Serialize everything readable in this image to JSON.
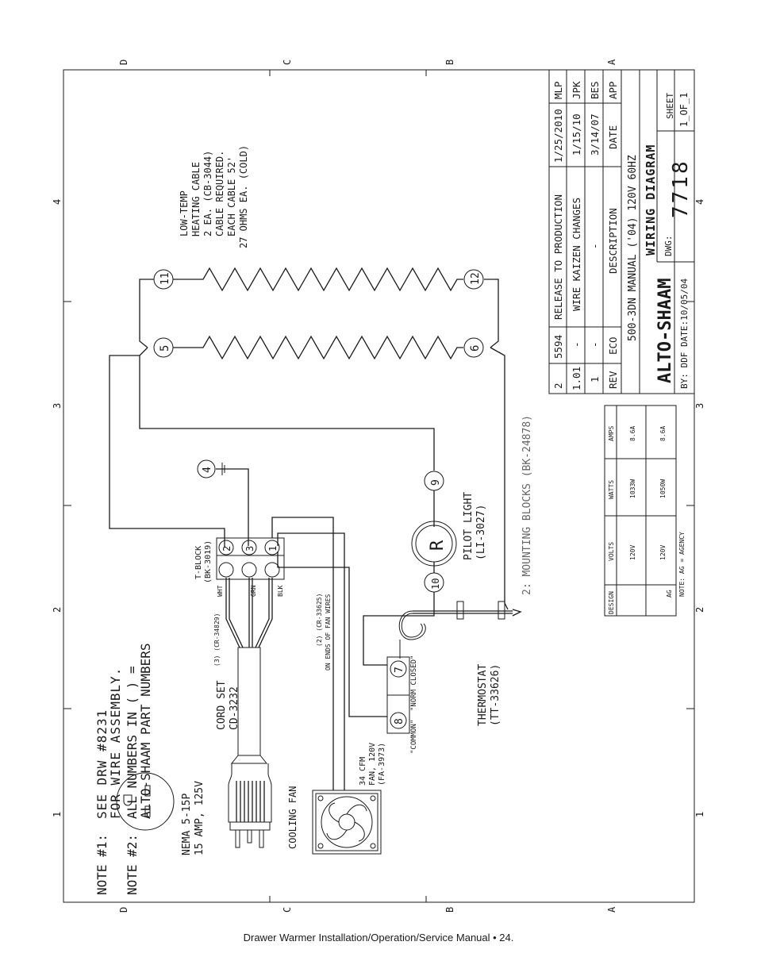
{
  "zone_labels": {
    "letters": [
      "D",
      "C",
      "B",
      "A"
    ],
    "numbers": [
      "1",
      "2",
      "3",
      "4"
    ]
  },
  "title_block": {
    "revisions": [
      {
        "rev": "2",
        "eco": "5594",
        "description": "RELEASE TO PRODUCTION",
        "date": "1/25/2010",
        "app": "MLP"
      },
      {
        "rev": "1.01",
        "eco": "-",
        "description": "WIRE KAIZEN CHANGES",
        "date": "1/15/10",
        "app": "JPK"
      },
      {
        "rev": "1",
        "eco": "-",
        "description": "-",
        "date": "3/14/07",
        "app": "BES"
      },
      {
        "rev": "REV",
        "eco": "ECO",
        "description": "DESCRIPTION",
        "date": "DATE",
        "app": "APP"
      }
    ],
    "model": "500-3DN MANUAL ('04) 120V 60HZ",
    "brand": "ALTO-SHAAM",
    "title": "WIRING DIAGRAM",
    "dwg_label": "DWG:",
    "dwg_number": "7718",
    "sheet_label": "SHEET",
    "sheet_value": "1_OF_1",
    "by_line": "BY: DDF DATE:10/05/04"
  },
  "agency_table": {
    "headers": [
      "DESIGN",
      "VOLTS",
      "WATTS",
      "AMPS"
    ],
    "rows": [
      {
        "design": "",
        "volts": "120V",
        "watts": "1033W",
        "amps": "8.6A"
      },
      {
        "design": "AG",
        "volts": "120V",
        "watts": "1050W",
        "amps": "8.6A"
      }
    ],
    "note": "NOTE: AG = AGENCY"
  },
  "heating_cable_note": [
    "LOW-TEMP",
    "HEATING CABLE",
    "2 EA. (CB-3044)",
    "CABLE REQUIRED.",
    "EACH CABLE 52'",
    "27 OHMS EA. (COLD)"
  ],
  "terminals": [
    "1",
    "2",
    "3",
    "4",
    "5",
    "6",
    "7",
    "8",
    "9",
    "10",
    "11",
    "12"
  ],
  "components": {
    "pilot_light_symbol": "R",
    "pilot_light": [
      "PILOT LIGHT",
      "(LI-3027)"
    ],
    "mounting_blocks": "2: MOUNTING BLOCKS (BK-24878)",
    "t_block": [
      "T-BLOCK",
      "(BK-3019)"
    ],
    "t_block_wires": [
      "WHT",
      "GRN",
      "BLK"
    ],
    "fan_wires": [
      "(2) (CR-33625)",
      "ON ENDS OF FAN WIRES"
    ],
    "cord_wires": "(3) (CR-34829)",
    "cord_set": [
      "CORD SET",
      "CD-3232"
    ],
    "thermostat": [
      "THERMOSTAT",
      "(TT-33626)"
    ],
    "thermostat_nc": "\"NORM CLOSED\"",
    "thermostat_common": "\"COMMON\"",
    "fan_spec": [
      "34 CFM",
      "FAN, 120V",
      "(FA-3973)"
    ],
    "cooling_fan": "COOLING FAN",
    "nema": [
      "NEMA 5-15P",
      "15 AMP, 125V"
    ]
  },
  "notes": [
    {
      "label": "NOTE #1:",
      "lines": [
        "SEE DRW #8231",
        "FOR WIRE ASSEMBLY."
      ]
    },
    {
      "label": "NOTE #2:",
      "lines": [
        "ALL NUMBERS IN ( ) =",
        "ALTO-SHAAM PART NUMBERS"
      ]
    }
  ],
  "footer": "Drawer Warmer Installation/Operation/Service Manual • 24."
}
